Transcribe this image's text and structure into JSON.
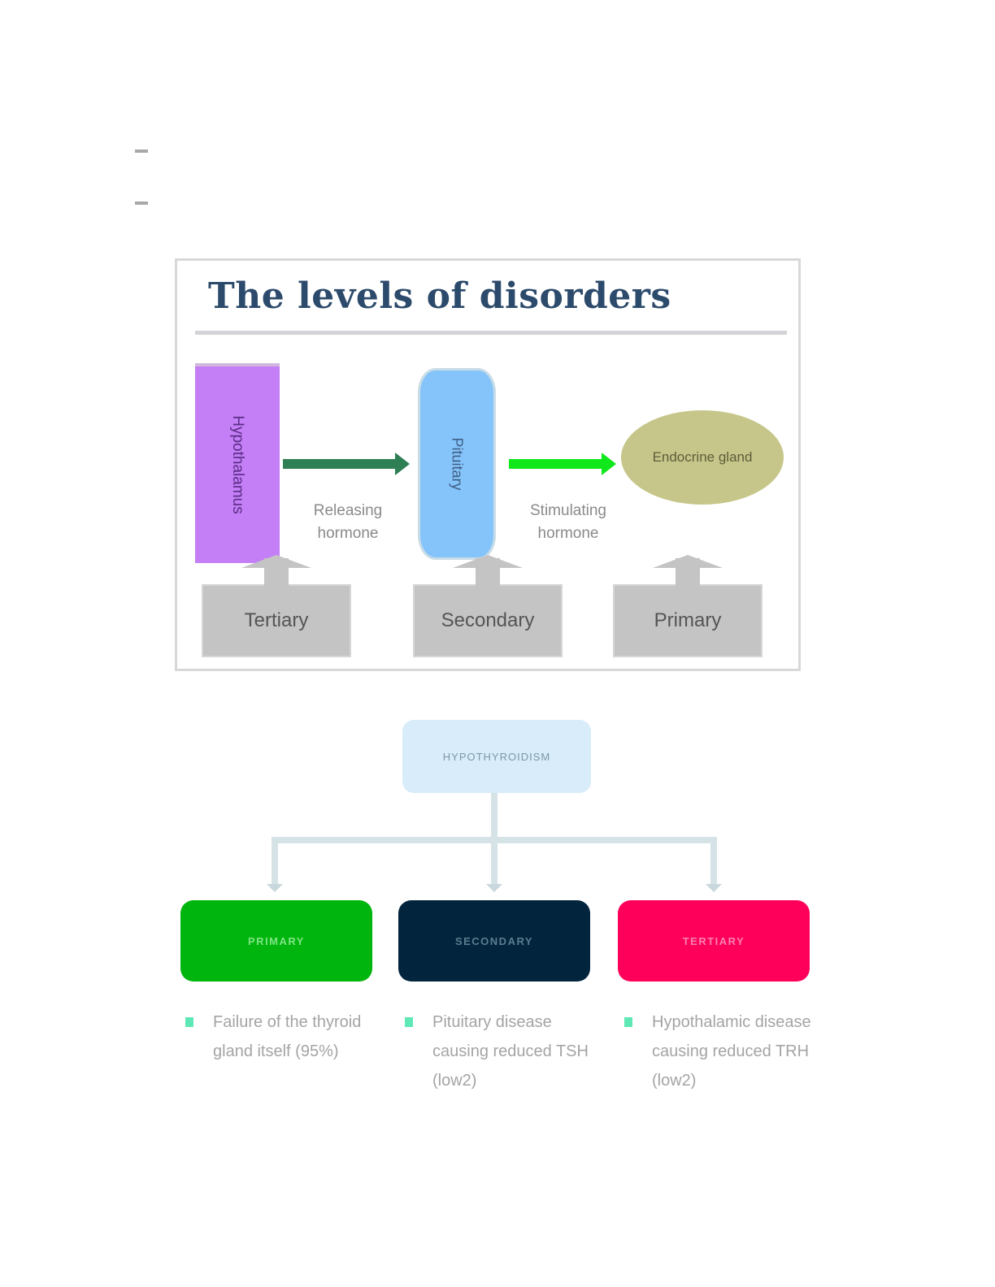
{
  "bullets": [
    "",
    ""
  ],
  "figure": {
    "title": "The levels of disorders",
    "nodes": {
      "hypothalamus": "Hypothalamus",
      "pituitary": "Pituitary",
      "gland": "Endocrine gland"
    },
    "arrows": [
      {
        "label_line1": "Releasing",
        "label_line2": "hormone"
      },
      {
        "label_line1": "Stimulating",
        "label_line2": "hormone"
      }
    ],
    "levels": [
      "Tertiary",
      "Secondary",
      "Primary"
    ]
  },
  "diagram": {
    "root": "HYPOTHYROIDISM",
    "types": [
      {
        "label": "PRIMARY",
        "color": "#00b50d",
        "description": "Failure of the thyroid gland itself (95%)"
      },
      {
        "label": "SECONDARY",
        "color": "#02243d",
        "description": "Pituitary disease causing reduced TSH (low2)"
      },
      {
        "label": "TERTIARY",
        "color": "#fe005a",
        "description": "Hypothalamic disease causing reduced TRH (low2)"
      }
    ],
    "bullet_color": "#5ee8b5"
  }
}
